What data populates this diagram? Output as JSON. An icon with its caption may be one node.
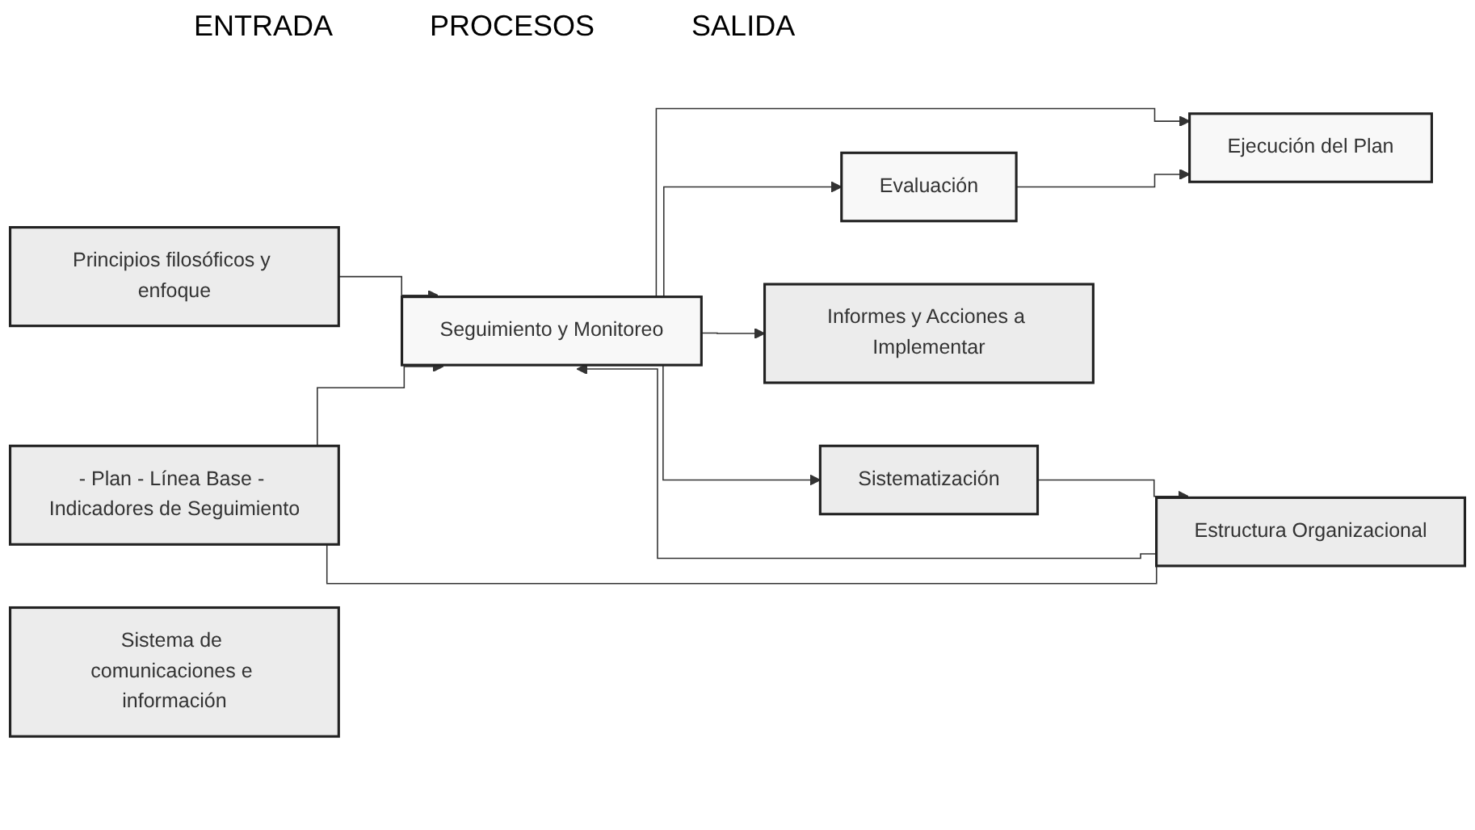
{
  "diagram": {
    "nodes": [
      {
        "text": [
          "Principios filosóficos y enfoque"
        ]
      },
      {
        "text": [
          "- Plan - Línea Base - Indicadores de Seguimiento"
        ]
      },
      {
        "text": [
          "Estructura Organizacional"
        ]
      },
      {
        "text": [
          "Seguimiento y Monitoreo"
        ]
      },
      {
        "text": [
          "Ejecución del Plan"
        ]
      },
      {
        "text": [
          "Evaluación"
        ]
      },
      {
        "text": [
          "Informes y Acciones a Implementar"
        ]
      },
      {
        "text": [
          "Sistematización"
        ]
      },
      {
        "text": [
          "Sistema de comunicaciones e información"
        ]
      }
    ],
    "edges": [
      {
        "from": 0,
        "to": 3,
        "arrow": "to"
      },
      {
        "from": 1,
        "to": 3,
        "arrow": "to"
      },
      {
        "from": 2,
        "to": 3,
        "arrow": "to"
      },
      {
        "from": 1,
        "to": 2,
        "arrow": "none"
      },
      {
        "from": 3,
        "to": 4,
        "arrow": "to"
      },
      {
        "from": 5,
        "to": 4,
        "arrow": "to"
      },
      {
        "from": 3,
        "to": 5,
        "arrow": "to"
      },
      {
        "from": 3,
        "to": 6,
        "arrow": "to"
      },
      {
        "from": 3,
        "to": 7,
        "arrow": "to"
      },
      {
        "from": 7,
        "to": 2,
        "arrow": "to"
      }
    ],
    "labels": [
      "ENTRADA",
      "PROCESOS",
      "SALIDA"
    ]
  }
}
